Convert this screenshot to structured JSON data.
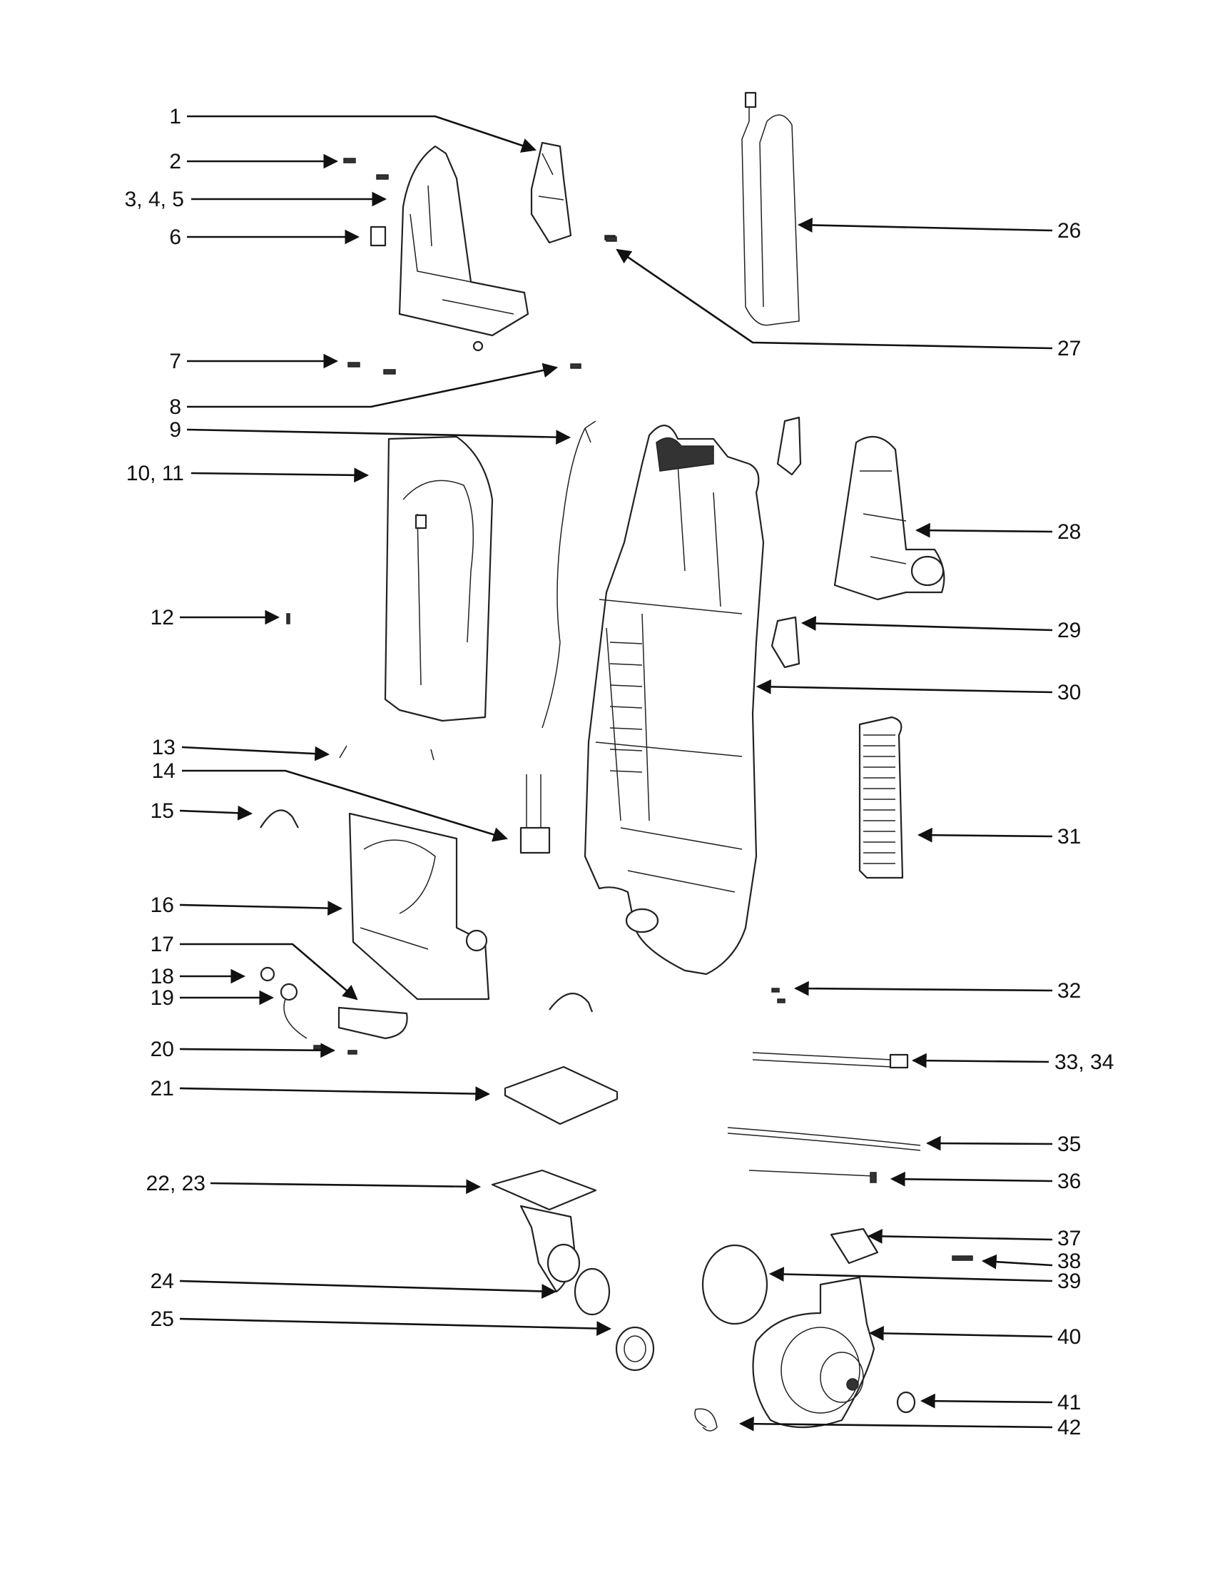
{
  "diagram": {
    "labels_left": [
      "1",
      "2",
      "3, 4, 5",
      "6",
      "7",
      "8",
      "9",
      "10, 11",
      "12",
      "13",
      "14",
      "15",
      "16",
      "17",
      "18",
      "19",
      "20",
      "21",
      "22, 23",
      "24",
      "25"
    ],
    "labels_right": [
      "26",
      "27",
      "28",
      "29",
      "30",
      "31",
      "32",
      "33, 34",
      "35",
      "36",
      "37",
      "38",
      "39",
      "40",
      "41",
      "42"
    ]
  }
}
